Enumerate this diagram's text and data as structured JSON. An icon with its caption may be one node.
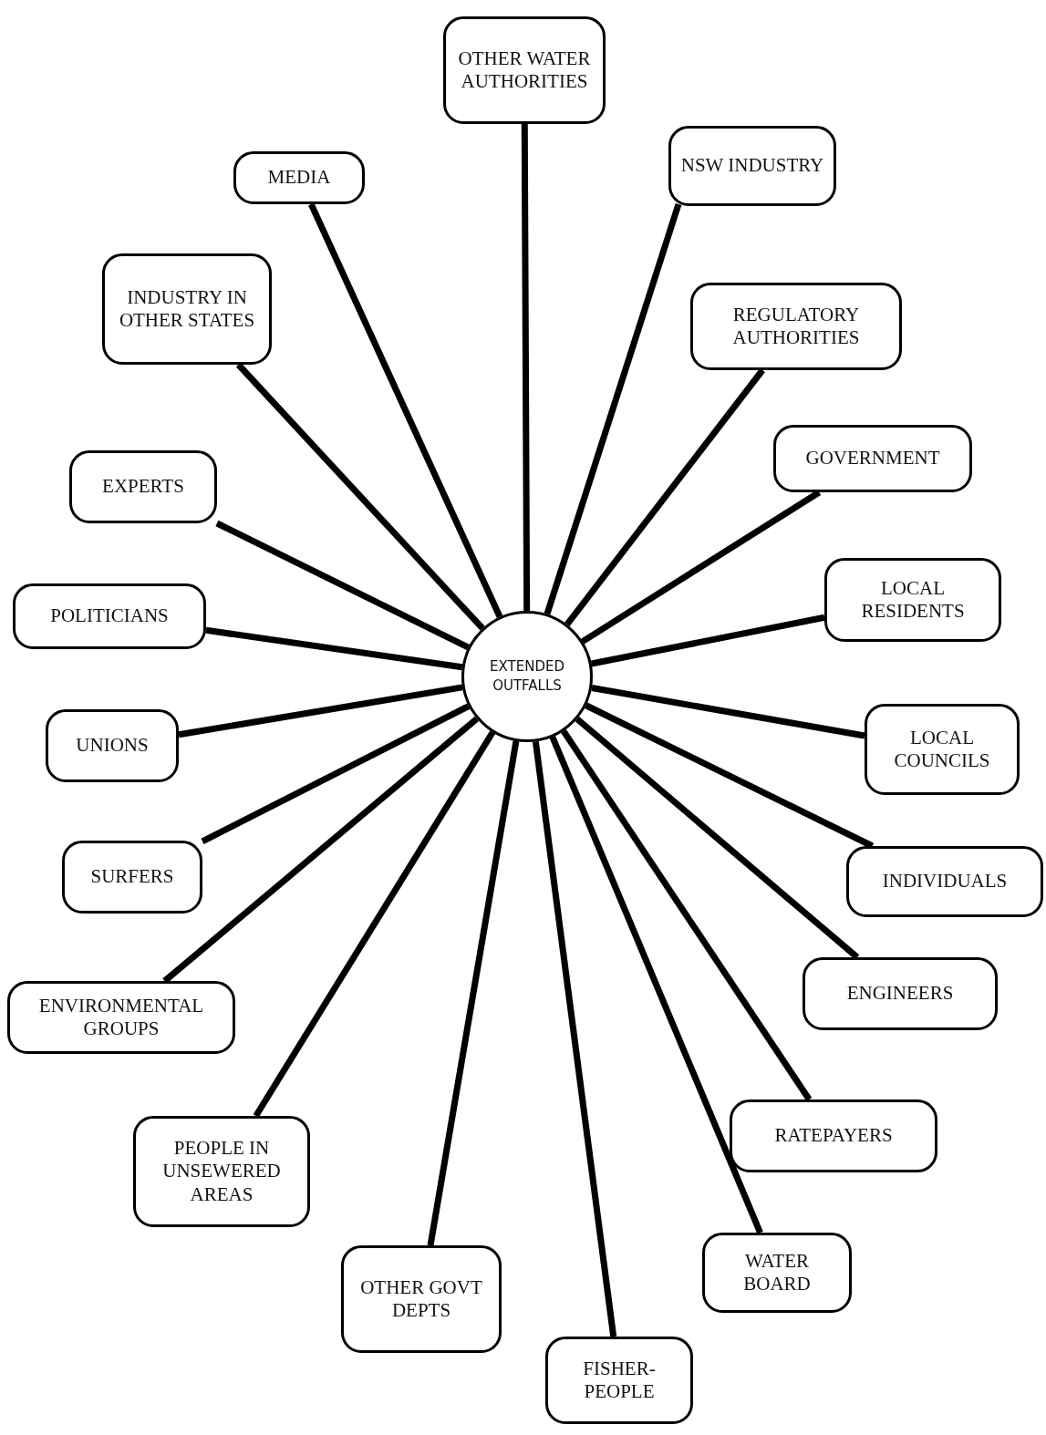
{
  "diagram": {
    "nodes": [
      {
        "text": [
          "EXTENDED OUTFALLS"
        ]
      },
      {
        "text": [
          "OTHER WATER AUTHORITIES"
        ]
      },
      {
        "text": [
          "MEDIA"
        ]
      },
      {
        "text": [
          "NSW INDUSTRY"
        ]
      },
      {
        "text": [
          "INDUSTRY IN OTHER STATES"
        ]
      },
      {
        "text": [
          "REGULATORY AUTHORITIES"
        ]
      },
      {
        "text": [
          "EXPERTS"
        ]
      },
      {
        "text": [
          "GOVERNMENT"
        ]
      },
      {
        "text": [
          "POLITICIANS"
        ]
      },
      {
        "text": [
          "LOCAL RESIDENTS"
        ]
      },
      {
        "text": [
          "UNIONS"
        ]
      },
      {
        "text": [
          "LOCAL COUNCILS"
        ]
      },
      {
        "text": [
          "SURFERS"
        ]
      },
      {
        "text": [
          "INDIVIDUALS"
        ]
      },
      {
        "text": [
          "ENVIRONMENTAL GROUPS"
        ]
      },
      {
        "text": [
          "ENGINEERS"
        ]
      },
      {
        "text": [
          "PEOPLE IN UNSEWERED AREAS"
        ]
      },
      {
        "text": [
          "RATEPAYERS"
        ]
      },
      {
        "text": [
          "OTHER GOVT DEPTS"
        ]
      },
      {
        "text": [
          "WATER BOARD"
        ]
      },
      {
        "text": [
          "FISHER-PEOPLE"
        ]
      }
    ],
    "edges": [
      {
        "from": 0,
        "to": 1,
        "arrow": "none"
      },
      {
        "from": 0,
        "to": 2,
        "arrow": "none"
      },
      {
        "from": 0,
        "to": 3,
        "arrow": "none"
      },
      {
        "from": 0,
        "to": 4,
        "arrow": "none"
      },
      {
        "from": 0,
        "to": 5,
        "arrow": "none"
      },
      {
        "from": 0,
        "to": 6,
        "arrow": "none"
      },
      {
        "from": 0,
        "to": 7,
        "arrow": "none"
      },
      {
        "from": 0,
        "to": 8,
        "arrow": "none"
      },
      {
        "from": 0,
        "to": 9,
        "arrow": "none"
      },
      {
        "from": 0,
        "to": 10,
        "arrow": "none"
      },
      {
        "from": 0,
        "to": 11,
        "arrow": "none"
      },
      {
        "from": 0,
        "to": 12,
        "arrow": "none"
      },
      {
        "from": 0,
        "to": 13,
        "arrow": "none"
      },
      {
        "from": 0,
        "to": 14,
        "arrow": "none"
      },
      {
        "from": 0,
        "to": 15,
        "arrow": "none"
      },
      {
        "from": 0,
        "to": 16,
        "arrow": "none"
      },
      {
        "from": 0,
        "to": 17,
        "arrow": "none"
      },
      {
        "from": 0,
        "to": 18,
        "arrow": "none"
      },
      {
        "from": 0,
        "to": 19,
        "arrow": "none"
      },
      {
        "from": 0,
        "to": 20,
        "arrow": "none"
      }
    ]
  }
}
